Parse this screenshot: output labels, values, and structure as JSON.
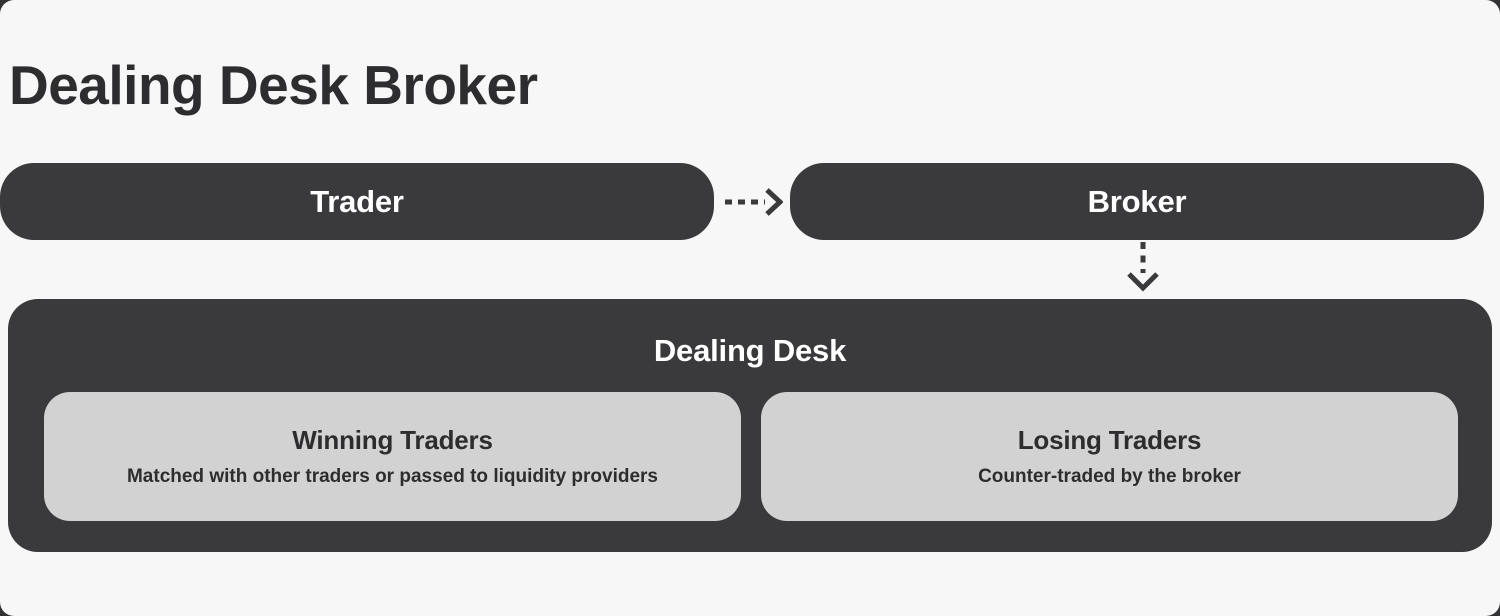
{
  "page": {
    "title": "Dealing Desk Broker"
  },
  "flow": {
    "trader": {
      "label": "Trader"
    },
    "broker": {
      "label": "Broker"
    },
    "arrows": [
      {
        "name": "trader-to-broker",
        "direction": "right",
        "style": "dashed"
      },
      {
        "name": "broker-to-dealing-desk",
        "direction": "down",
        "style": "dashed"
      }
    ]
  },
  "dealing_desk": {
    "title": "Dealing Desk",
    "boxes": [
      {
        "title": "Winning Traders",
        "subtitle": "Matched with other traders or passed to liquidity providers"
      },
      {
        "title": "Losing Traders",
        "subtitle": "Counter-traded by the broker"
      }
    ]
  },
  "colors": {
    "background": "#f7f7f7",
    "outer_backdrop": "#323234",
    "dark_node": "#3a3a3c",
    "light_box": "#d2d2d2",
    "text_dark": "#2d2d2f",
    "text_light": "#ffffff"
  }
}
